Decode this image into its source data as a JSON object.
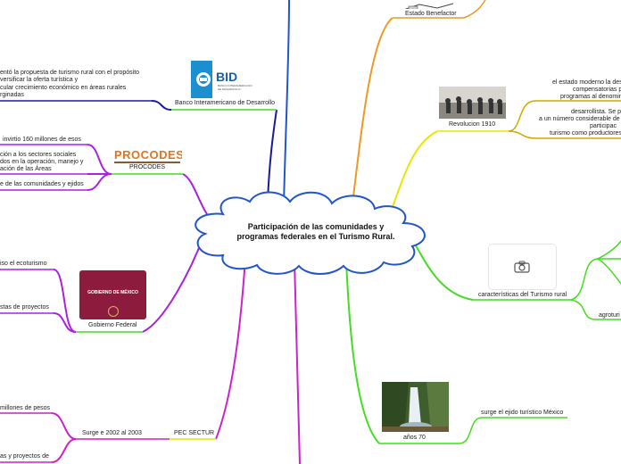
{
  "central_topic": "Participación de las comunidades y programas federales en el Turismo Rural.",
  "branches": {
    "bid": {
      "label": "Banco Interamericano de Desarrollo",
      "logo_text": "BID",
      "logo_subtext": "BANCO INTERAMERICANO DE DESARROLLO",
      "notes": [
        "entó la propuesta de turismo rural con el propósito",
        "versificar la oferta turística y",
        "cular crecimiento económico en áreas rurales",
        "rginadas"
      ]
    },
    "procodes": {
      "label": "PROCODES",
      "logo_text": "PROCODES",
      "notes": [
        "invirtio 160 millones de esos",
        "ción a los sectores sociales",
        "dos en la operación, manejo y",
        "ación de las Áreas",
        "e de las comunidades y ejidos"
      ]
    },
    "gobierno": {
      "label": "Gobierno Federal",
      "logo_text": "GOBIERNO DE MÉXICO",
      "notes": [
        "iso el ecoturismo",
        "stas de proyectos"
      ]
    },
    "pec": {
      "label": "PEC SECTUR",
      "sub_label": "Surge e 2002 al 2003",
      "notes": [
        "millones de pesos",
        "as y proyectos de"
      ]
    },
    "estado": {
      "label": "Estado Benefactor"
    },
    "revolucion": {
      "label": "Revolucion 1910",
      "notes_a": [
        "el estado moderno la desig",
        "compensatorias p",
        "programas al denomin"
      ],
      "notes_b": [
        "desarrollista. Se p",
        "a un número considerable de",
        "participac",
        "turismo como productores"
      ]
    },
    "caracteristicas": {
      "label": "características del Turismo rural",
      "sub_label": "agroturi"
    },
    "anos70": {
      "label": "años 70",
      "note": "surge el ejido turístico México"
    }
  },
  "colors": {
    "blue": "#2255cc",
    "navy": "#1a1a9a",
    "green": "#44dd22",
    "purple": "#aa22dd",
    "magenta": "#cc22cc",
    "orange": "#ee9922",
    "yellow": "#e6e600",
    "gold": "#ccaa00",
    "bid_blue": "#1b8fd0",
    "procodes_orange": "#e5731a",
    "gob_red": "#8d1b3d"
  },
  "icons": [
    "camera-icon"
  ]
}
